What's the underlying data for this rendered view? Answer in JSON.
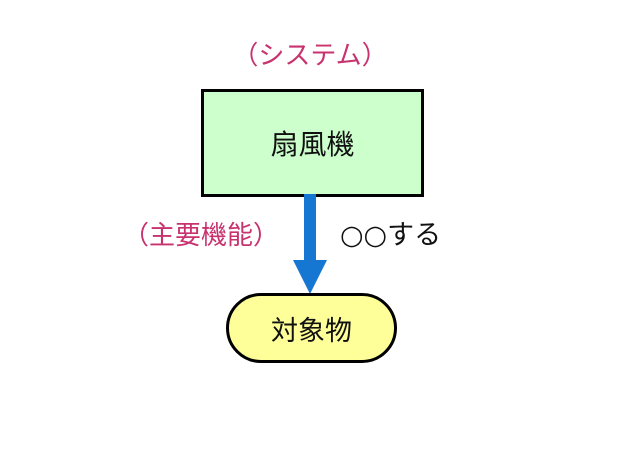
{
  "diagram": {
    "system_label": "（システム）",
    "system_name": "扇風機",
    "function_label": "（主要機能）",
    "action_label": "○○する",
    "target_name": "対象物",
    "arrow_icon": "arrow-down-icon"
  },
  "colors": {
    "label_accent": "#c8326e",
    "system_fill": "#ccffcc",
    "target_fill": "#ffff99",
    "arrow": "#1677d2",
    "border": "#000000"
  }
}
